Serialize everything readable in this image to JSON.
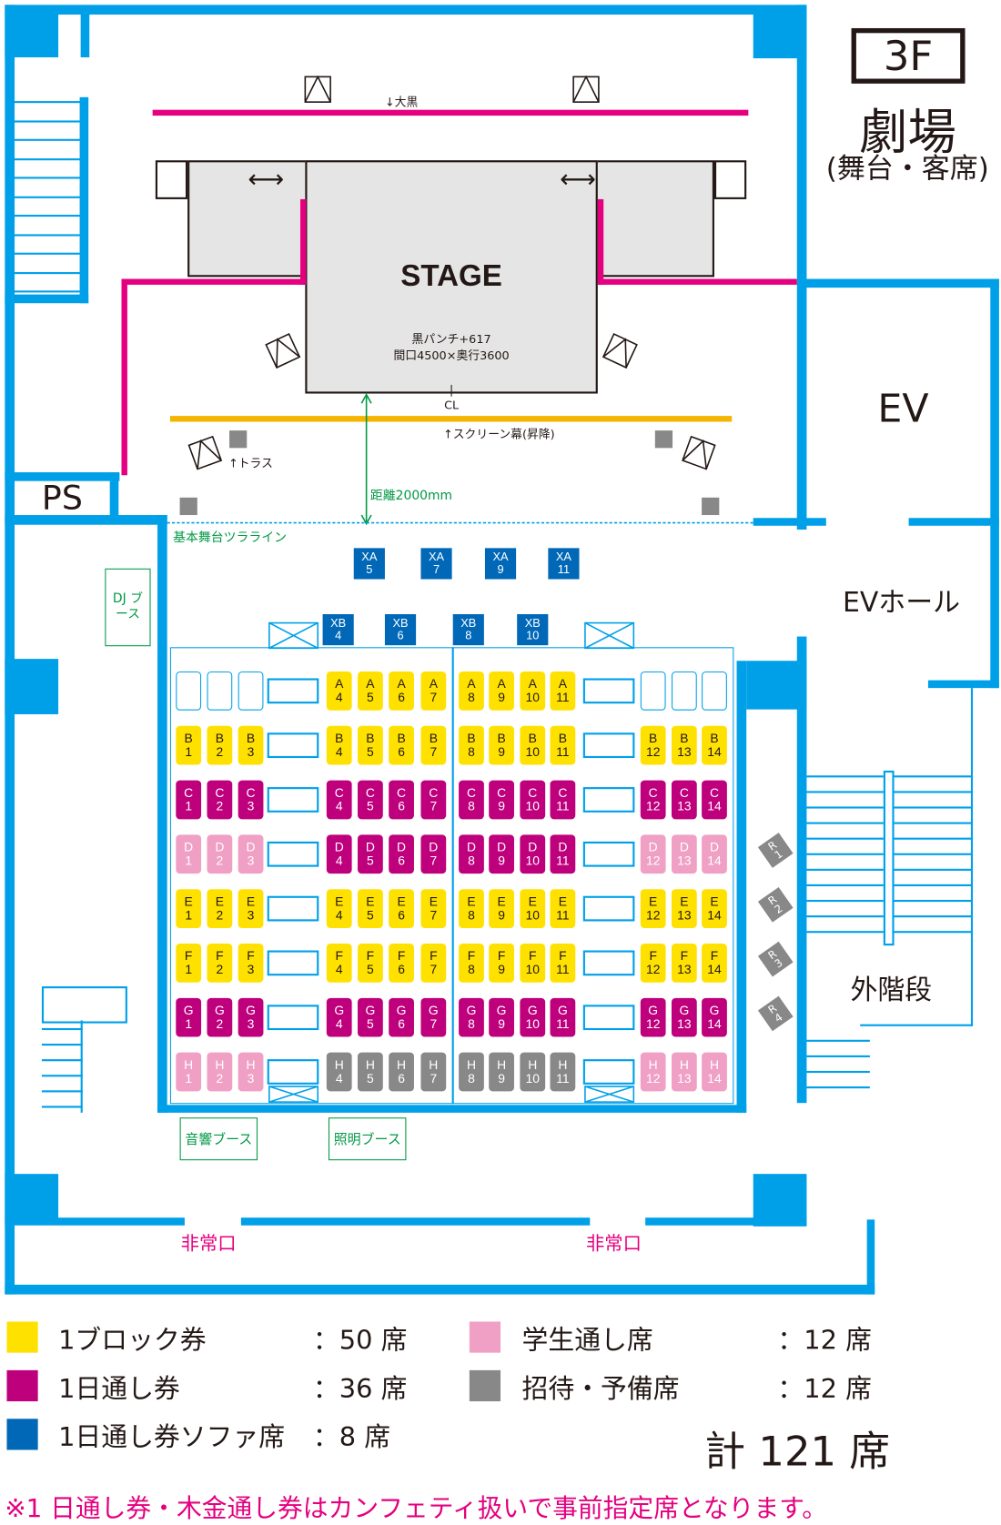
{
  "header": {
    "floor": "3F",
    "title": "劇場",
    "subtitle": "(舞台・客席)"
  },
  "rooms": {
    "ps": "PS",
    "ev": "EV",
    "ev_hall": "EVホール",
    "outer_stairs": "外階段",
    "emergency_exit_left": "非常口",
    "emergency_exit_right": "非常口"
  },
  "stage": {
    "label": "STAGE",
    "spec_line1": "黒パンチ+617",
    "spec_line2": "間口4500×奥行3600",
    "cl": "CL",
    "okuro": "↓大黒",
    "screen": "↑スクリーン幕(昇降)",
    "truss": "↑トラス",
    "distance": "距離2000mm",
    "tsura_line": "基本舞台ツラライン"
  },
  "booths": {
    "dj": "DJ ブース",
    "sound": "音響ブース",
    "lighting": "照明ブース"
  },
  "colors": {
    "block": "#FFE100",
    "day": "#BE007D",
    "sofa": "#0068B7",
    "student": "#F0A0C4",
    "invite": "#888888",
    "wall": "#00A0E9",
    "curtain": "#E5007F",
    "screen": "#F5B400",
    "green": "#009944"
  },
  "sofa_rows": [
    {
      "row": "XA",
      "seats": [
        "5",
        "7",
        "9",
        "11"
      ]
    },
    {
      "row": "XB",
      "seats": [
        "4",
        "6",
        "8",
        "10"
      ]
    }
  ],
  "rows": [
    {
      "row": "A",
      "types": [
        "empty",
        "empty",
        "empty",
        "block",
        "block",
        "block",
        "block",
        "block",
        "block",
        "block",
        "block",
        "empty",
        "empty",
        "empty"
      ]
    },
    {
      "row": "B",
      "types": [
        "block",
        "block",
        "block",
        "block",
        "block",
        "block",
        "block",
        "block",
        "block",
        "block",
        "block",
        "block",
        "block",
        "block"
      ]
    },
    {
      "row": "C",
      "types": [
        "day",
        "day",
        "day",
        "day",
        "day",
        "day",
        "day",
        "day",
        "day",
        "day",
        "day",
        "day",
        "day",
        "day"
      ]
    },
    {
      "row": "D",
      "types": [
        "student",
        "student",
        "student",
        "day",
        "day",
        "day",
        "day",
        "day",
        "day",
        "day",
        "day",
        "student",
        "student",
        "student"
      ]
    },
    {
      "row": "E",
      "types": [
        "block",
        "block",
        "block",
        "block",
        "block",
        "block",
        "block",
        "block",
        "block",
        "block",
        "block",
        "block",
        "block",
        "block"
      ]
    },
    {
      "row": "F",
      "types": [
        "block",
        "block",
        "block",
        "block",
        "block",
        "block",
        "block",
        "block",
        "block",
        "block",
        "block",
        "block",
        "block",
        "block"
      ]
    },
    {
      "row": "G",
      "types": [
        "day",
        "day",
        "day",
        "day",
        "day",
        "day",
        "day",
        "day",
        "day",
        "day",
        "day",
        "day",
        "day",
        "day"
      ]
    },
    {
      "row": "H",
      "types": [
        "student",
        "student",
        "student",
        "invite",
        "invite",
        "invite",
        "invite",
        "invite",
        "invite",
        "invite",
        "invite",
        "student",
        "student",
        "student"
      ]
    }
  ],
  "reserve_seats": [
    {
      "row": "R",
      "num": "1"
    },
    {
      "row": "R",
      "num": "2"
    },
    {
      "row": "R",
      "num": "3"
    },
    {
      "row": "R",
      "num": "4"
    }
  ],
  "legend": [
    {
      "label": "1ブロック券",
      "count": "：50 席",
      "type": "block"
    },
    {
      "label": "1日通し券",
      "count": "：36 席",
      "type": "day"
    },
    {
      "label": "1日通し券ソファ席",
      "count": "：8 席",
      "type": "sofa"
    },
    {
      "label": "学生通し席",
      "count": "：12 席",
      "type": "student"
    },
    {
      "label": "招待・予備席",
      "count": "：12 席",
      "type": "invite"
    }
  ],
  "total": "計 121 席",
  "note": "※1 日通し券・木金通し券はカンフェティ扱いで事前指定席となります。"
}
